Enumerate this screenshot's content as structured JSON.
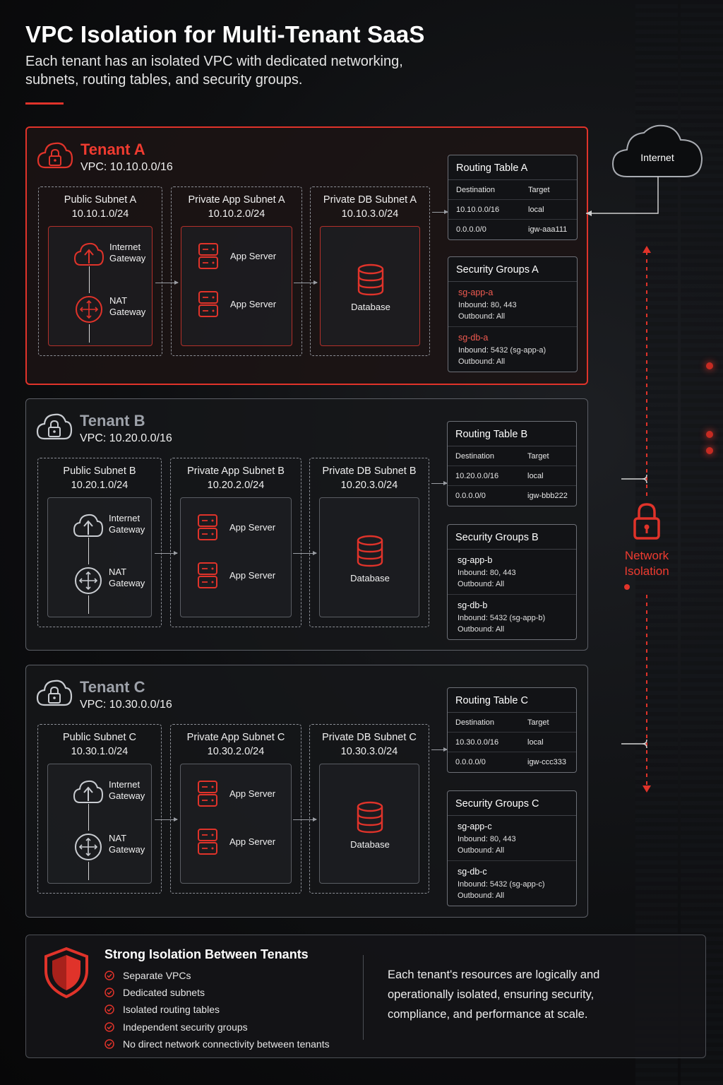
{
  "header": {
    "title": "VPC Isolation for Multi-Tenant SaaS",
    "subtitle": "Each tenant has an isolated VPC with dedicated networking, subnets, routing tables, and security groups."
  },
  "colors": {
    "accent": "#e0332a",
    "panel_border": "#6d7077",
    "background": "#0e0f11"
  },
  "labels": {
    "internet_gateway": [
      "Internet",
      "Gateway"
    ],
    "nat_gateway": [
      "NAT",
      "Gateway"
    ],
    "app_server": "App Server",
    "database": "Database",
    "destination": "Destination",
    "target": "Target",
    "inbound_prefix": "Inbound: ",
    "outbound": "Outbound: All"
  },
  "internet": {
    "label": "Internet"
  },
  "isolation": {
    "label_line1": "Network",
    "label_line2": "Isolation"
  },
  "tenants": [
    {
      "name": "Tenant A",
      "vpc": "VPC: 10.10.0.0/16",
      "subnets": {
        "public": [
          "Public Subnet A",
          "10.10.1.0/24"
        ],
        "app": [
          "Private App Subnet A",
          "10.10.2.0/24"
        ],
        "db": [
          "Private DB Subnet A",
          "10.10.3.0/24"
        ]
      },
      "routing_table": {
        "title": "Routing Table A",
        "rows": [
          [
            "10.10.0.0/16",
            "local"
          ],
          [
            "0.0.0.0/0",
            "igw-aaa111"
          ]
        ]
      },
      "security_groups": {
        "title": "Security Groups A",
        "groups": [
          {
            "name": "sg-app-a",
            "inbound": "Inbound: 80, 443",
            "outbound": "Outbound: All"
          },
          {
            "name": "sg-db-a",
            "inbound": "Inbound: 5432 (sg-app-a)",
            "outbound": "Outbound: All"
          }
        ]
      }
    },
    {
      "name": "Tenant B",
      "vpc": "VPC: 10.20.0.0/16",
      "subnets": {
        "public": [
          "Public Subnet B",
          "10.20.1.0/24"
        ],
        "app": [
          "Private App Subnet B",
          "10.20.2.0/24"
        ],
        "db": [
          "Private DB Subnet B",
          "10.20.3.0/24"
        ]
      },
      "routing_table": {
        "title": "Routing Table B",
        "rows": [
          [
            "10.20.0.0/16",
            "local"
          ],
          [
            "0.0.0.0/0",
            "igw-bbb222"
          ]
        ]
      },
      "security_groups": {
        "title": "Security Groups B",
        "groups": [
          {
            "name": "sg-app-b",
            "inbound": "Inbound: 80, 443",
            "outbound": "Outbound: All"
          },
          {
            "name": "sg-db-b",
            "inbound": "Inbound: 5432 (sg-app-b)",
            "outbound": "Outbound: All"
          }
        ]
      }
    },
    {
      "name": "Tenant C",
      "vpc": "VPC: 10.30.0.0/16",
      "subnets": {
        "public": [
          "Public Subnet C",
          "10.30.1.0/24"
        ],
        "app": [
          "Private App Subnet C",
          "10.30.2.0/24"
        ],
        "db": [
          "Private DB Subnet C",
          "10.30.3.0/24"
        ]
      },
      "routing_table": {
        "title": "Routing Table C",
        "rows": [
          [
            "10.30.0.0/16",
            "local"
          ],
          [
            "0.0.0.0/0",
            "igw-ccc333"
          ]
        ]
      },
      "security_groups": {
        "title": "Security Groups C",
        "groups": [
          {
            "name": "sg-app-c",
            "inbound": "Inbound: 80, 443",
            "outbound": "Outbound: All"
          },
          {
            "name": "sg-db-c",
            "inbound": "Inbound: 5432 (sg-app-c)",
            "outbound": "Outbound: All"
          }
        ]
      }
    }
  ],
  "footer": {
    "title": "Strong Isolation Between Tenants",
    "items": [
      "Separate VPCs",
      "Dedicated subnets",
      "Isolated routing tables",
      "Independent security groups",
      "No direct network connectivity between tenants"
    ],
    "description": "Each tenant's resources are logically and operationally isolated, ensuring security, compliance, and performance at scale."
  }
}
